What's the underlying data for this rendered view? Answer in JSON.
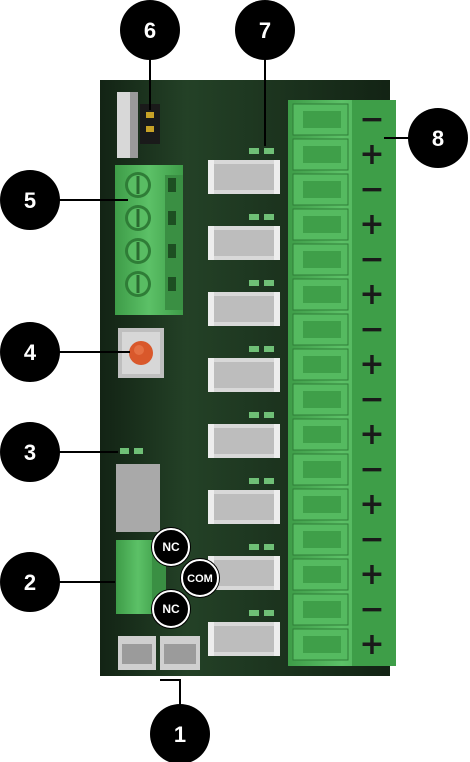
{
  "colors": {
    "board": "#1f3b22",
    "terminal_green": "#4fb35a",
    "terminal_dark": "#2e7d36",
    "callout_bg": "#000000",
    "callout_text": "#ffffff",
    "button_red": "#d9582b"
  },
  "callouts": [
    {
      "label": "1",
      "target": "bottom-connectors"
    },
    {
      "label": "2",
      "target": "relay-output-terminal"
    },
    {
      "label": "3",
      "target": "led-3"
    },
    {
      "label": "4",
      "target": "push-button"
    },
    {
      "label": "5",
      "target": "input-terminal-block"
    },
    {
      "label": "6",
      "target": "jumper-header"
    },
    {
      "label": "7",
      "target": "channel-leds"
    },
    {
      "label": "8",
      "target": "output-terminal-strip"
    }
  ],
  "relay_labels": {
    "nc_top": "NC",
    "com": "COM",
    "nc_bottom": "NC"
  },
  "polarity": {
    "minus": "−",
    "plus": "+"
  }
}
